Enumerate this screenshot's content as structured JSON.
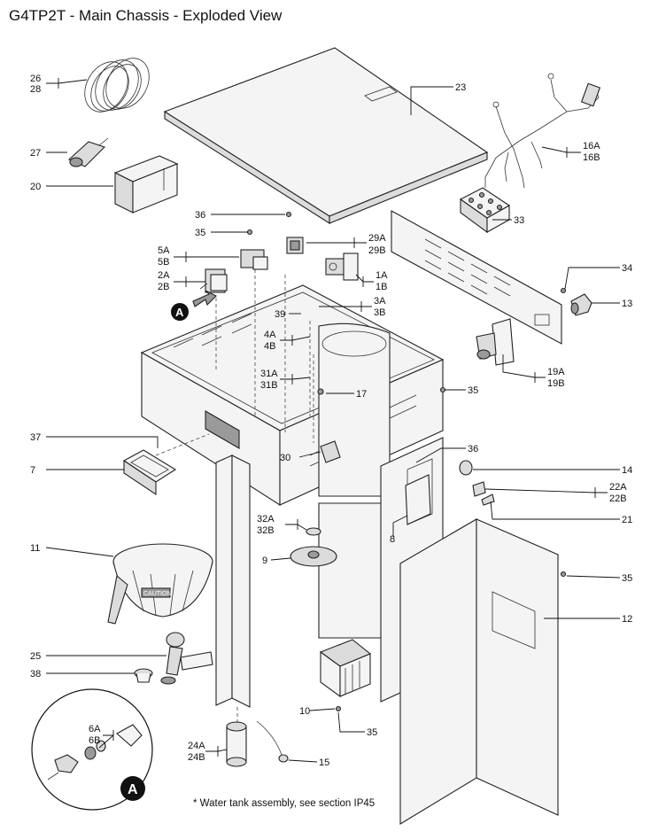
{
  "title": "G4TP2T - Main Chassis - Exploded View",
  "footnote": "* Water tank assembly, see section IP45",
  "callout_badge": "A",
  "labels": {
    "l26": "26",
    "l28": "28",
    "l27": "27",
    "l20": "20",
    "l23": "23",
    "l16a": "16A",
    "l16b": "16B",
    "l33": "33",
    "l36a": "36",
    "l35a": "35",
    "l29a": "29A",
    "l29b": "29B",
    "l5a": "5A",
    "l5b": "5B",
    "l2a": "2A",
    "l2b": "2B",
    "l1a": "1A",
    "l1b": "1B",
    "l34": "34",
    "l13": "13",
    "l39": "39",
    "l3a": "3A",
    "l3b": "3B",
    "l4a": "4A",
    "l4b": "4B",
    "l19a": "19A",
    "l19b": "19B",
    "l31a": "31A",
    "l31b": "31B",
    "l17": "17",
    "l35b": "35",
    "l37": "37",
    "l36b": "36",
    "l7": "7",
    "l30": "30",
    "l14": "14",
    "l22a": "22A",
    "l22b": "22B",
    "l21": "21",
    "l32a": "32A",
    "l32b": "32B",
    "l8": "8",
    "l11": "11",
    "l9": "9",
    "l35c": "35",
    "l12": "12",
    "l25": "25",
    "l38": "38",
    "l6a": "6A",
    "l6b": "6B",
    "l10": "10",
    "l35d": "35",
    "l24a": "24A",
    "l24b": "24B",
    "l15": "15"
  },
  "stamp_text": "CAUTION"
}
